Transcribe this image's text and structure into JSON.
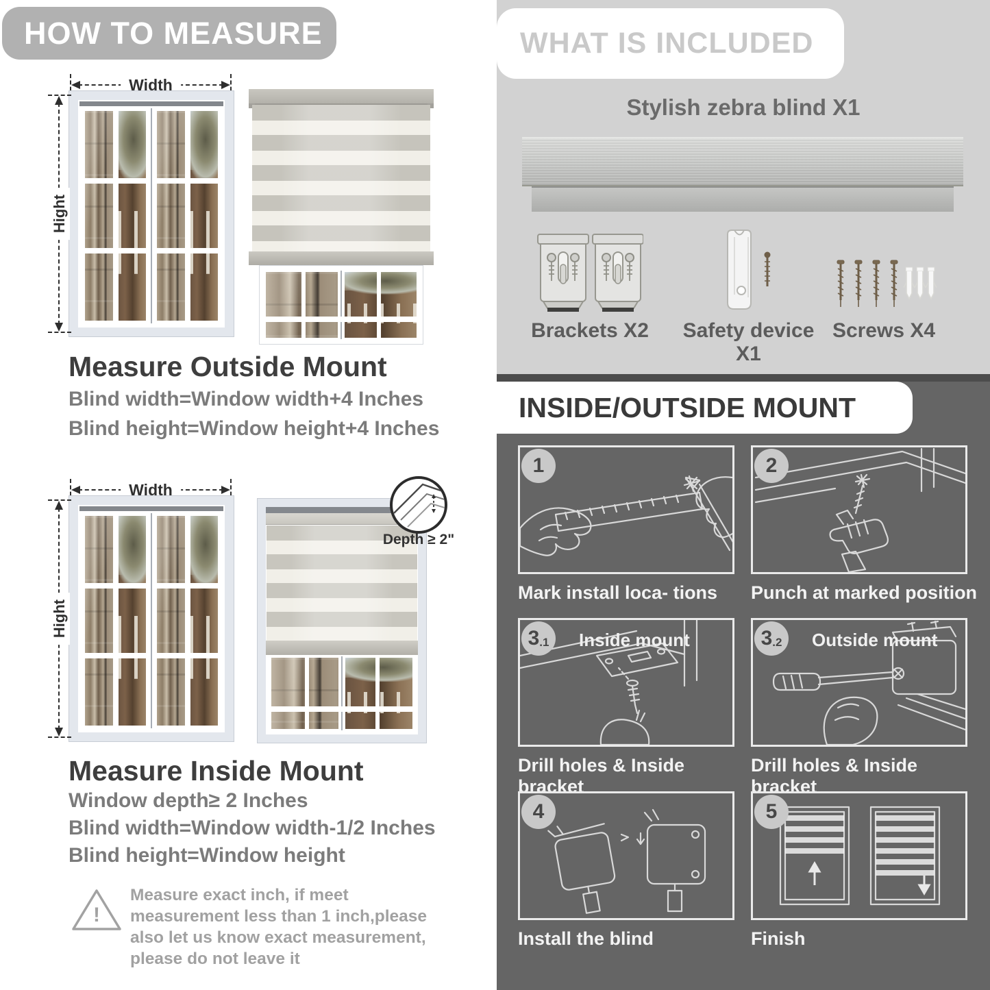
{
  "measure": {
    "header": "HOW TO MEASURE",
    "width_label": "Width",
    "height_label": "Hight",
    "outside": {
      "heading": "Measure Outside Mount",
      "line1": "Blind width=Window width+4 Inches",
      "line2": "Blind height=Window height+4 Inches"
    },
    "inside": {
      "heading": "Measure Inside Mount",
      "depth_label": "Depth ≥ 2\"",
      "line1": "Window depth≥ 2 Inches",
      "line2": "Blind width=Window width-1/2 Inches",
      "line3": "Blind height=Window height"
    },
    "warning": {
      "mark": "!",
      "text": "Measure exact inch, if meet measurement less than 1 inch,please also let us know exact measurement, please do not leave it"
    }
  },
  "included": {
    "header": "WHAT IS INCLUDED",
    "product": "Stylish zebra blind X1",
    "items": [
      {
        "label": "Brackets X2",
        "icon": "brackets-icon"
      },
      {
        "label": "Safety device X1",
        "icon": "safety-device-icon"
      },
      {
        "label": "Screws X4",
        "icon": "screws-icon"
      }
    ]
  },
  "mount": {
    "header": "INSIDE/OUTSIDE MOUNT",
    "steps": [
      {
        "num": "1",
        "caption": "Mark install loca- tions"
      },
      {
        "num": "2",
        "caption": "Punch at  marked position"
      },
      {
        "num": "3",
        "sub": ".1",
        "title": "Inside mount",
        "caption": "Drill holes &  Inside bracket"
      },
      {
        "num": "3",
        "sub": ".2",
        "title": "Outside mount",
        "caption": "Drill holes &  Inside bracket"
      },
      {
        "num": "4",
        "caption": "Install the blind"
      },
      {
        "num": "5",
        "caption": "Finish"
      }
    ]
  },
  "colors": {
    "header_bar": "#b1b1b1",
    "light_section": "#d2d2d2",
    "dark_section": "#656565",
    "stripe_gray": "#c6c4bc",
    "stripe_white": "#f1efe8"
  }
}
